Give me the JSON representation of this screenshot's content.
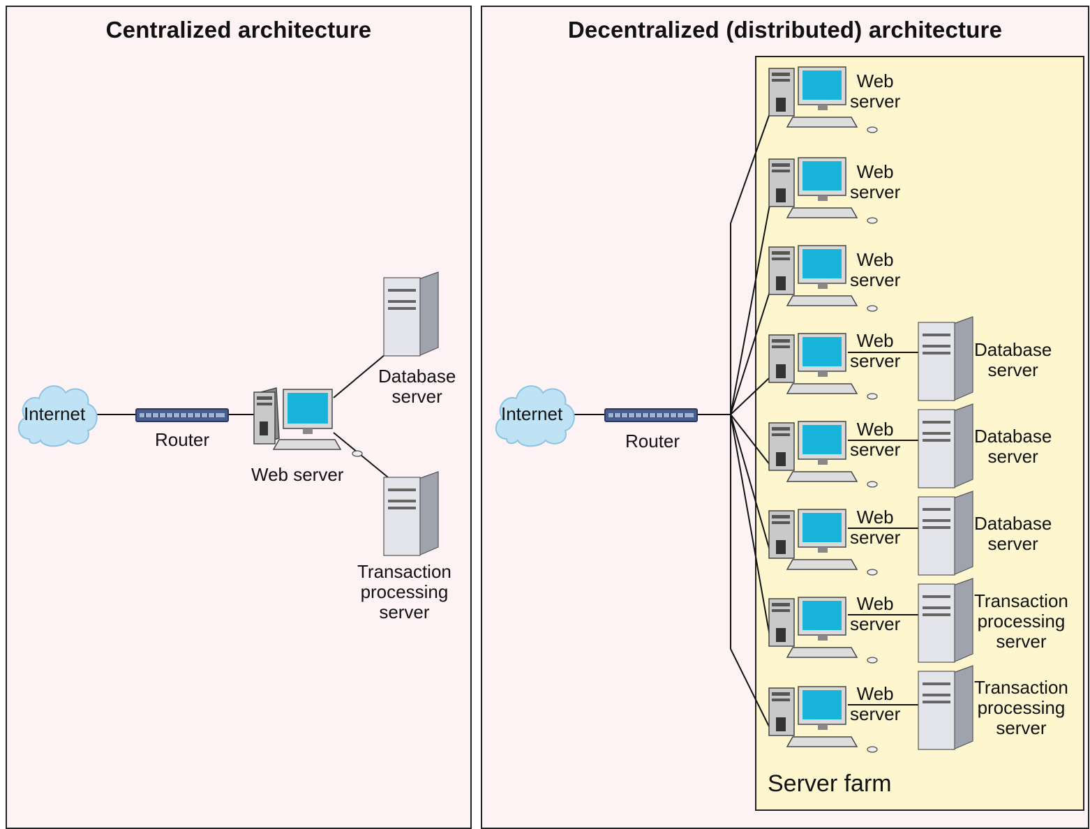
{
  "centralized": {
    "title": "Centralized architecture",
    "internet": "Internet",
    "router": "Router",
    "web_server": "Web server",
    "database_server": [
      "Database",
      "server"
    ],
    "transaction_server": [
      "Transaction",
      "processing",
      "server"
    ]
  },
  "decentralized": {
    "title": "Decentralized (distributed) architecture",
    "internet": "Internet",
    "router": "Router",
    "farm_label": "Server farm",
    "web_server": [
      "Web",
      "server"
    ],
    "database_server": [
      "Database",
      "server"
    ],
    "transaction_server": [
      "Transaction",
      "processing",
      "server"
    ]
  },
  "colors": {
    "panel_bg": "#fdf3f5",
    "farm_bg": "#fdf6cf",
    "cloud": "#bfe3f5",
    "monitor_screen": "#19b4d9",
    "router": "#4a5e8c"
  }
}
